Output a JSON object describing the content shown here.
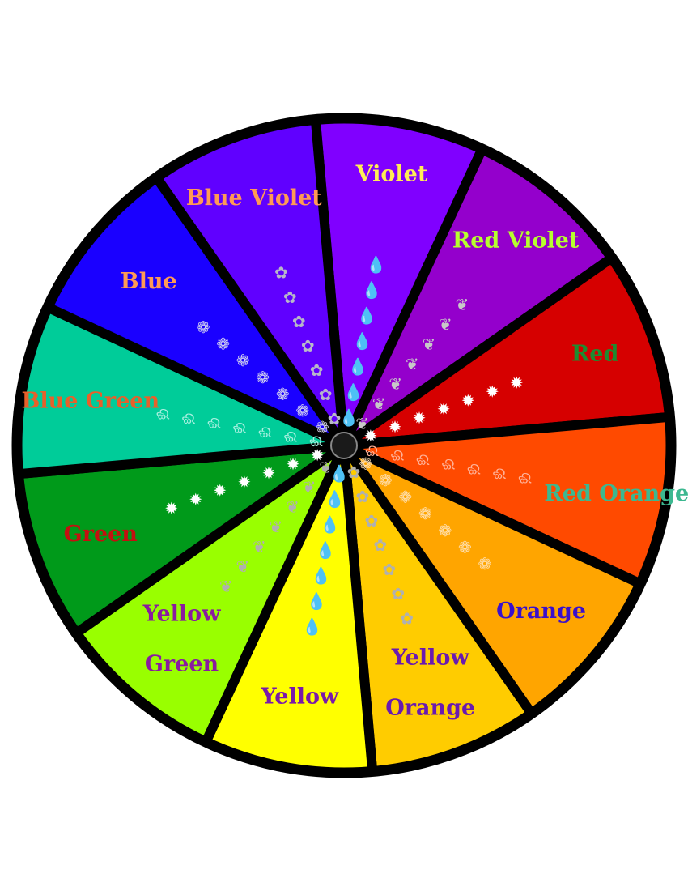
{
  "segments": [
    {
      "id": "violet",
      "lines": [
        "Violet"
      ],
      "fill": "#8000ff",
      "label_color": "#ffee55",
      "deco": "raindrop",
      "deco_color": "#c7bff0"
    },
    {
      "id": "red-violet",
      "lines": [
        "Red Violet"
      ],
      "fill": "#9400cc",
      "label_color": "#b6ff2e",
      "deco": "ginkgo-leaf",
      "deco_color": "#c8c8c8"
    },
    {
      "id": "red",
      "lines": [
        "Red"
      ],
      "fill": "#d60000",
      "label_color": "#1e8c30",
      "deco": "maple-leaf",
      "deco_color": "#ffffff"
    },
    {
      "id": "red-orange",
      "lines": [
        "Red Orange"
      ],
      "fill": "#ff4a00",
      "label_color": "#3cb890",
      "deco": "butterfly",
      "deco_color": "#ffb299"
    },
    {
      "id": "orange",
      "lines": [
        "Orange"
      ],
      "fill": "#ffa500",
      "label_color": "#3a10cc",
      "deco": "rose",
      "deco_color": "#ffe0b0"
    },
    {
      "id": "yellow-orange",
      "lines": [
        "Yellow",
        "Orange"
      ],
      "fill": "#ffcc00",
      "label_color": "#6a1ab0",
      "deco": "flower",
      "deco_color": "#b0b0b0"
    },
    {
      "id": "yellow",
      "lines": [
        "Yellow"
      ],
      "fill": "#ffff00",
      "label_color": "#7a1aaa",
      "deco": "raindrop",
      "deco_color": "#b8b8b8"
    },
    {
      "id": "yellow-green",
      "lines": [
        "Yellow",
        "Green"
      ],
      "fill": "#99ff00",
      "label_color": "#8a1aa0",
      "deco": "ginkgo-leaf",
      "deco_color": "#b0b0b0"
    },
    {
      "id": "green",
      "lines": [
        "Green"
      ],
      "fill": "#009a1a",
      "label_color": "#c41010",
      "deco": "maple-leaf",
      "deco_color": "#ffffff"
    },
    {
      "id": "blue-green",
      "lines": [
        "Blue Green"
      ],
      "fill": "#00cc99",
      "label_color": "#e8602a",
      "deco": "butterfly",
      "deco_color": "#a8f0e0"
    },
    {
      "id": "blue",
      "lines": [
        "Blue"
      ],
      "fill": "#1a00ff",
      "label_color": "#ff9a55",
      "deco": "rose",
      "deco_color": "#d8d8f0"
    },
    {
      "id": "blue-violet",
      "lines": [
        "Blue Violet"
      ],
      "fill": "#6000ff",
      "label_color": "#ff9a55",
      "deco": "flower",
      "deco_color": "#b8b8c8"
    }
  ]
}
